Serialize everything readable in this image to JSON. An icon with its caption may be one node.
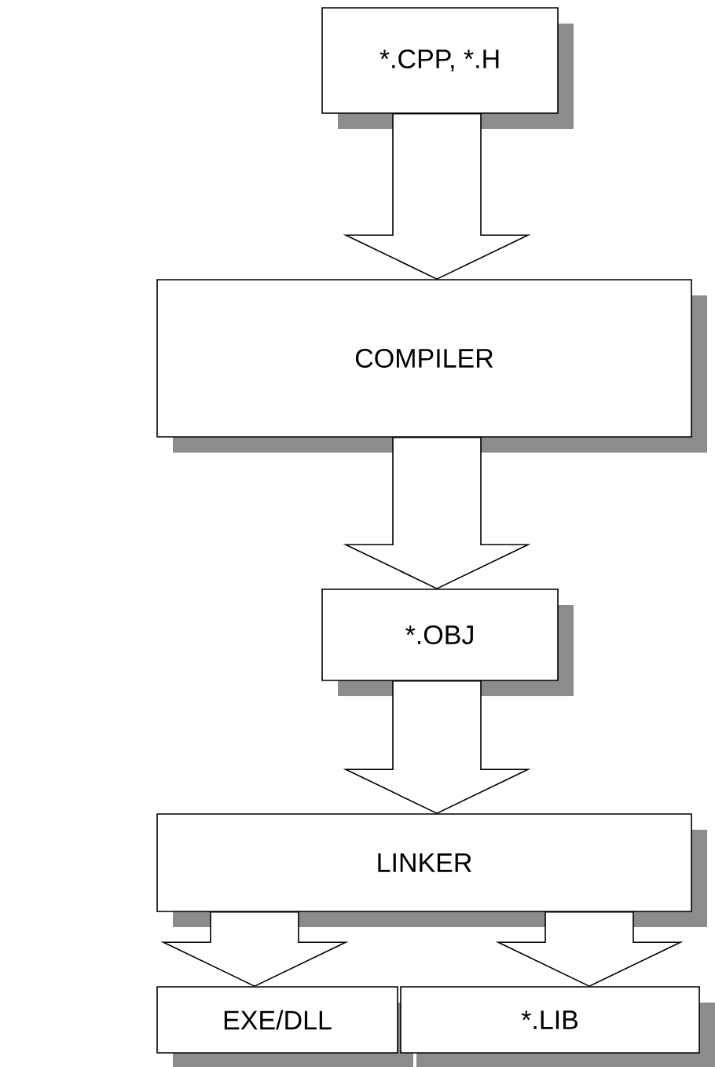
{
  "diagram": {
    "nodes": [
      {
        "text": [
          "*.CPP, *.H"
        ]
      },
      {
        "text": [
          "COMPILER"
        ]
      },
      {
        "text": [
          "*.OBJ"
        ]
      },
      {
        "text": [
          "LINKER"
        ]
      },
      {
        "text": [
          "EXE/DLL"
        ]
      },
      {
        "text": [
          "*.LIB"
        ]
      }
    ],
    "edges": [
      {
        "from": 0,
        "to": 1,
        "arrow": "to"
      },
      {
        "from": 1,
        "to": 2,
        "arrow": "to"
      },
      {
        "from": 2,
        "to": 3,
        "arrow": "to"
      },
      {
        "from": 3,
        "to": 4,
        "arrow": "to"
      },
      {
        "from": 3,
        "to": 5,
        "arrow": "to"
      }
    ]
  }
}
